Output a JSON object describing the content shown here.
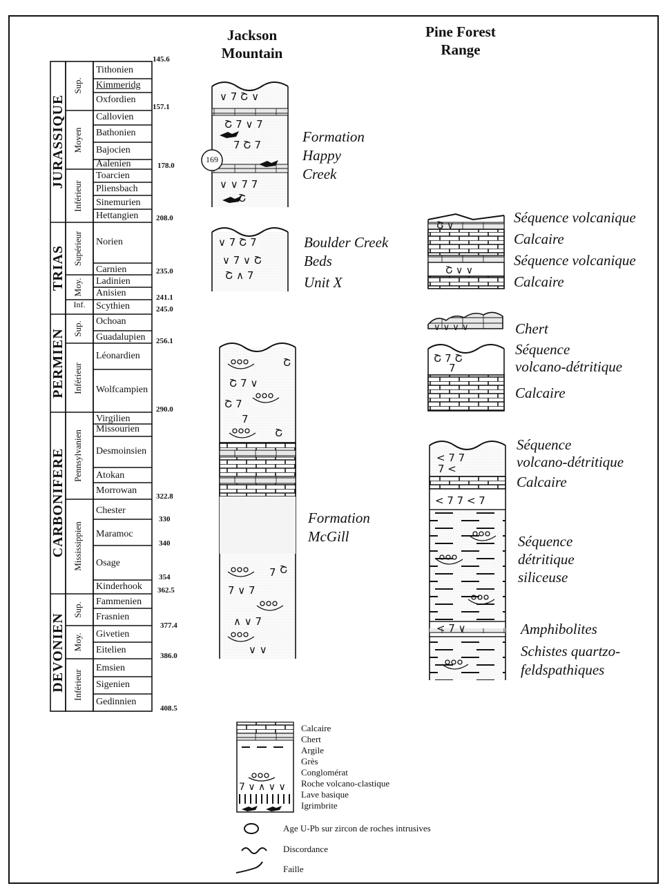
{
  "columns": {
    "jackson": [
      "Jackson",
      "Mountain"
    ],
    "pine": [
      "Pine Forest",
      "Range"
    ]
  },
  "timescale": {
    "periods": [
      "JURASSIQUE",
      "TRIAS",
      "PERMIEN",
      "CARBONIFERE",
      "DEVONIEN"
    ],
    "epochs": [
      "Sup.",
      "Moyen",
      "Inférieur",
      "Supérieur",
      "Moy.",
      "Inf.",
      "Sup.",
      "Inférieur",
      "Pennsylvanien",
      "Mississippien",
      "Sup.",
      "Moy.",
      "Inférieur"
    ],
    "stages": [
      "Tithonien",
      "Kimmeridg",
      "Oxfordien",
      "Callovien",
      "Bathonien",
      "Bajocien",
      "Aalenien",
      "Toarcien",
      "Pliensbach",
      "Sinemurien",
      "Hettangien",
      "Norien",
      "Carnien",
      "Ladinien",
      "Anisien",
      "Scythien",
      "Ochoan",
      "Guadalupien",
      "Léonardien",
      "Wolfcampien",
      "Virgilien",
      "Missourien",
      "Desmoinsien",
      "Atokan",
      "Morrowan",
      "Chester",
      "Maramoc",
      "Osage",
      "Kinderhook",
      "Fammenien",
      "Frasnien",
      "Givetien",
      "Eitelien",
      "Emsien",
      "Sigenien",
      "Gedinnien"
    ],
    "ages": [
      "145.6",
      "157.1",
      "178.0",
      "208.0",
      "235.0",
      "241.1",
      "245.0",
      "256.1",
      "290.0",
      "322.8",
      "330",
      "340",
      "354",
      "362.5",
      "377.4",
      "386.0",
      "408.5"
    ]
  },
  "jackson_labels": {
    "happy_creek": [
      "Formation",
      "Happy",
      "Creek"
    ],
    "boulder": [
      "Boulder Creek",
      "Beds",
      "Unit X"
    ],
    "mcgill": [
      "Formation",
      "McGill"
    ],
    "uPb_age": "169"
  },
  "pine_labels": [
    "Séquence volcanique",
    "Calcaire",
    "Séquence volcanique",
    "Calcaire",
    "Chert",
    "Séquence",
    "volcano-détritique",
    "Calcaire",
    "Séquence",
    "volcano-détritique",
    "Calcaire",
    "Séquence",
    "détritique",
    "siliceuse",
    "Amphibolites",
    "Schistes quartzo-",
    "feldspathiques"
  ],
  "legend": {
    "lithology": [
      "Calcaire",
      "Chert",
      "Argile",
      "Grès",
      "Conglomérat",
      "Roche volcano-clastique",
      "Lave basique",
      "Igrimbrite"
    ],
    "symbols": [
      "Age U-Pb sur zircon de roches intrusives",
      "Discordance",
      "Faille"
    ]
  }
}
